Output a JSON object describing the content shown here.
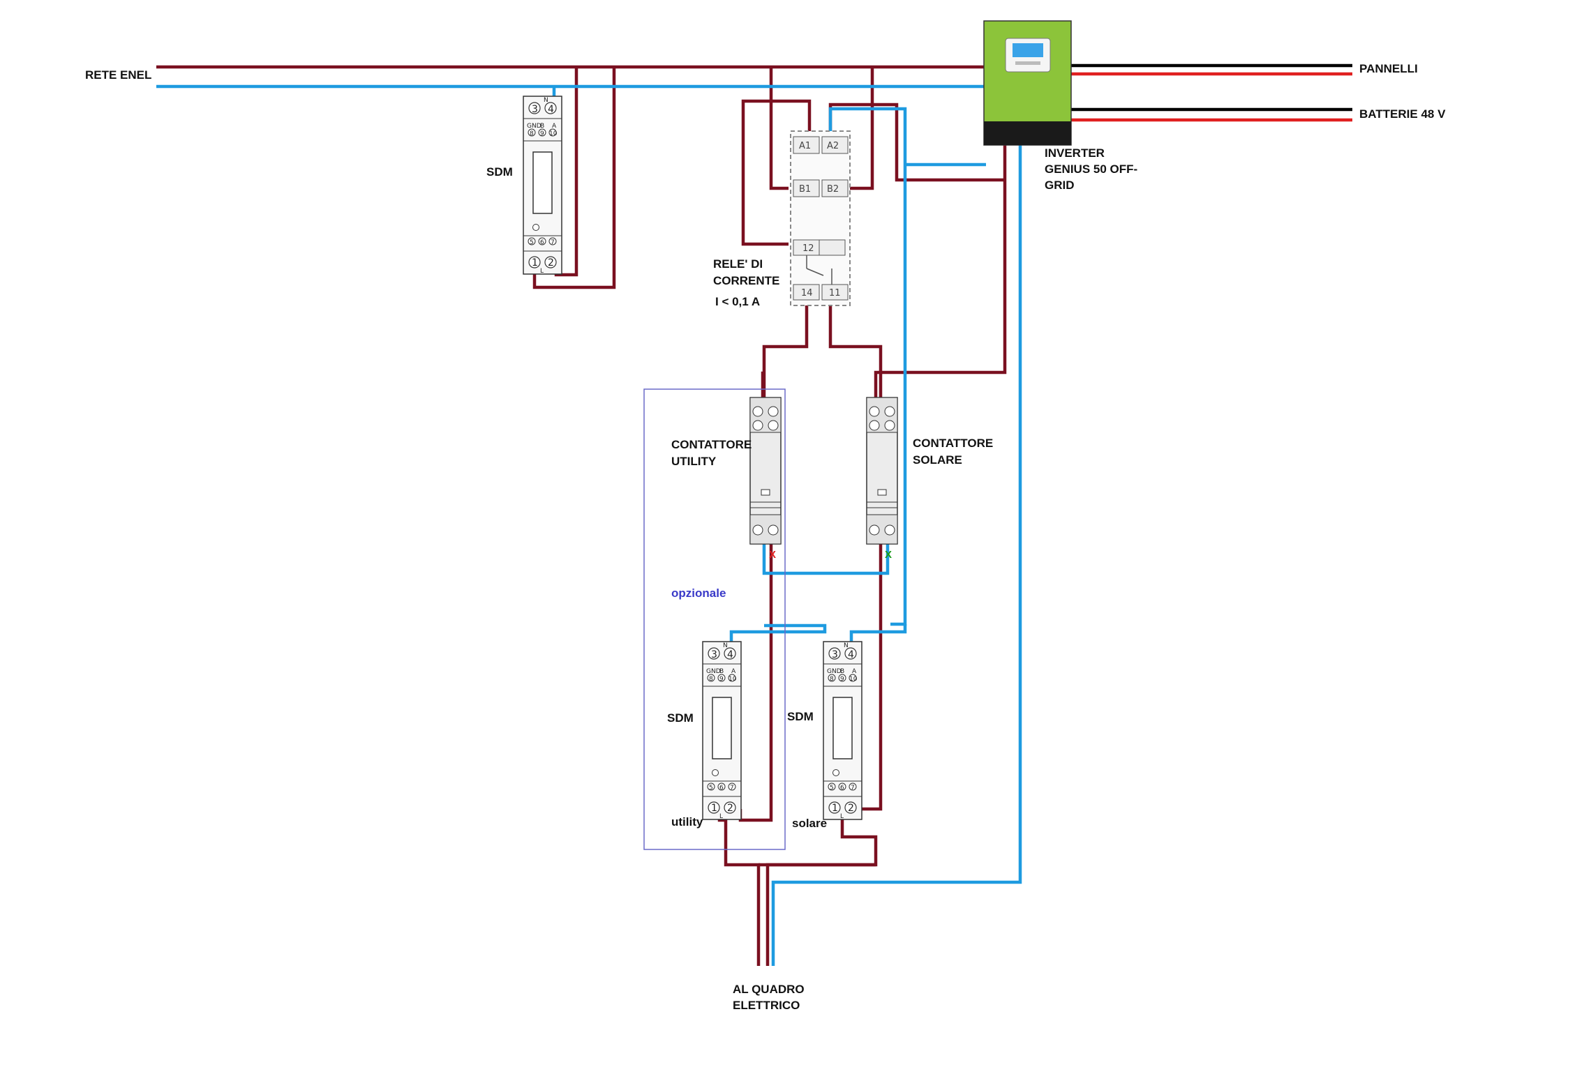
{
  "labels": {
    "rete_enel": "RETE ENEL",
    "sdm_top": "SDM",
    "pannelli": "PANNELLI",
    "batterie": "BATTERIE 48 V",
    "inverter_1": "INVERTER",
    "inverter_2": "GENIUS 50 OFF-",
    "inverter_3": "GRID",
    "rele_1": "RELE' DI",
    "rele_2": "CORRENTE",
    "rele_3": "I < 0,1 A",
    "contattore_utility_1": "CONTATTORE",
    "contattore_utility_2": "UTILITY",
    "contattore_solare_1": "CONTATTORE",
    "contattore_solare_2": "SOLARE",
    "opzionale": "opzionale",
    "sdm_utility": "SDM",
    "sdm_solare": "SDM",
    "utility": "utility",
    "solare": "solare",
    "quadro_1": "AL QUADRO",
    "quadro_2": "ELETTRICO"
  },
  "meter": {
    "n": "N",
    "t3": "3",
    "t4": "4",
    "gnd": "GND",
    "b": "B",
    "a": "A",
    "t8": "8",
    "t9": "9",
    "t10": "10",
    "t5": "5",
    "t6": "6",
    "t7": "7",
    "t1": "1",
    "t2": "2",
    "l": "L"
  },
  "relay": {
    "a1": "A1",
    "a2": "A2",
    "b1": "B1",
    "b2": "B2",
    "t12": "12",
    "t14": "14",
    "t11": "11"
  },
  "marks": {
    "x_utility": "X",
    "x_solare": "X"
  },
  "colors": {
    "phase": "#7a1020",
    "neutral": "#1e9be0",
    "inverter_green": "#8cc43a",
    "dc_red": "#e02020",
    "dc_black": "#000000",
    "optional_box": "#6a6ac8",
    "x_red": "#e02020",
    "x_green": "#1a9a1a"
  }
}
